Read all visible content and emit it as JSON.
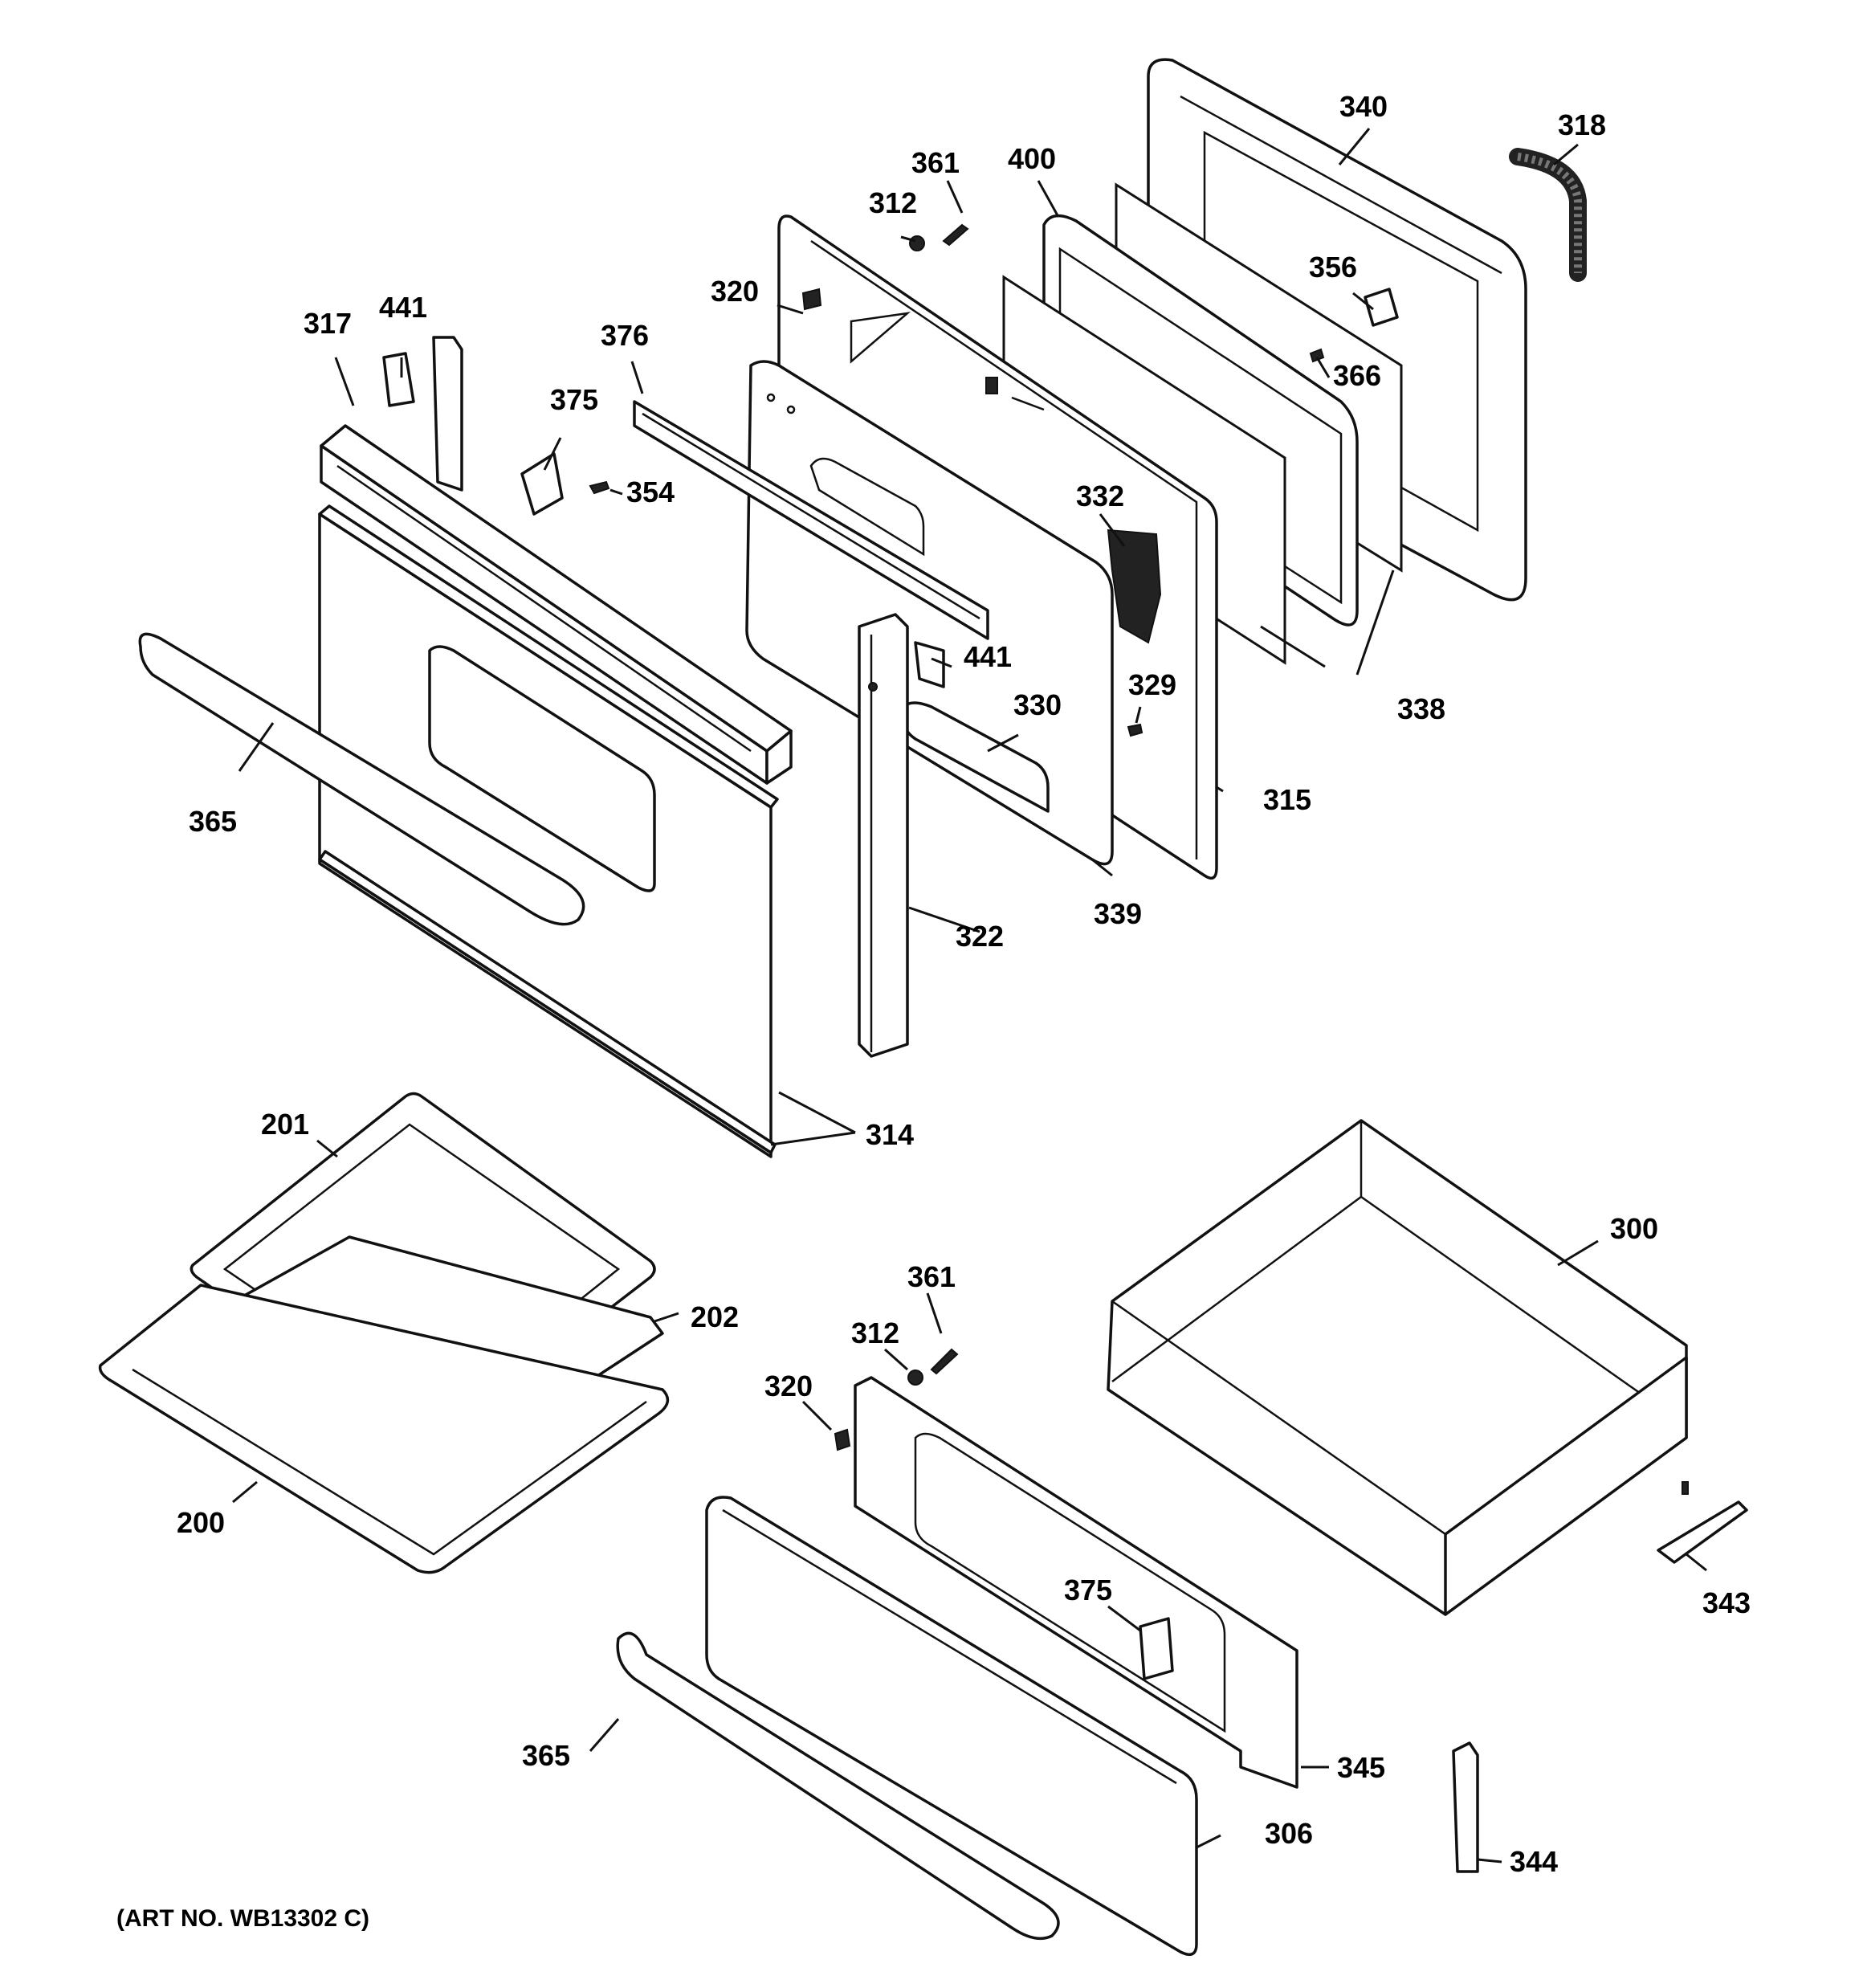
{
  "diagram": {
    "art_number": "(ART NO. WB13302 C)",
    "callouts": {
      "c340": "340",
      "c318": "318",
      "c361a": "361",
      "c400": "400",
      "c312a": "312",
      "c320a": "320",
      "c356": "356",
      "c317": "317",
      "c441a": "441",
      "c376": "376",
      "c366": "366",
      "c375a": "375",
      "c354": "354",
      "c332": "332",
      "c441b": "441",
      "c338": "338",
      "c329": "329",
      "c330": "330",
      "c365a": "365",
      "c315": "315",
      "c339": "339",
      "c322": "322",
      "c314": "314",
      "c201": "201",
      "c300": "300",
      "c361b": "361",
      "c202": "202",
      "c312b": "312",
      "c320b": "320",
      "c200": "200",
      "c343": "343",
      "c375b": "375",
      "c365b": "365",
      "c345": "345",
      "c306": "306",
      "c344": "344"
    }
  }
}
